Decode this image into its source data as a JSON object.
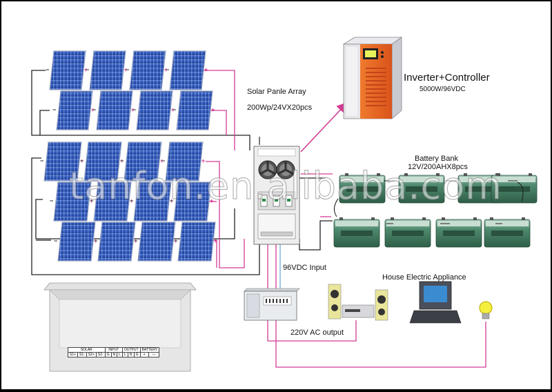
{
  "labels": {
    "solar_array_title": "Solar Panle Array",
    "solar_array_spec": "200Wp/24VX20pcs",
    "inverter_title": "Inverter+Controller",
    "inverter_spec": "5000W/96VDC",
    "battery_title": "Battery Bank",
    "battery_spec": "12V/200AHX8pcs",
    "dc_input": "96VDC Input",
    "ac_output": "220V AC output",
    "appliance": "House Electric Appliance"
  },
  "watermark": "tanfon.en.alibaba.com",
  "terminal_table": {
    "groups": [
      "SOLAR",
      "INPUT",
      "OUTPUT",
      "BATTERY"
    ],
    "terminals": [
      "S1+",
      "S1-",
      "S2+",
      "S2-",
      "G",
      "N",
      "L",
      "L",
      "N",
      "G",
      "+",
      "—"
    ]
  },
  "colors": {
    "wire_black": "#222222",
    "wire_pink": "#d23a93",
    "wire_blue": "#6aaed6",
    "inverter_orange": "#e8621e",
    "battery_green": "#3f7a5e",
    "panel_blue": "#2f57b8"
  }
}
